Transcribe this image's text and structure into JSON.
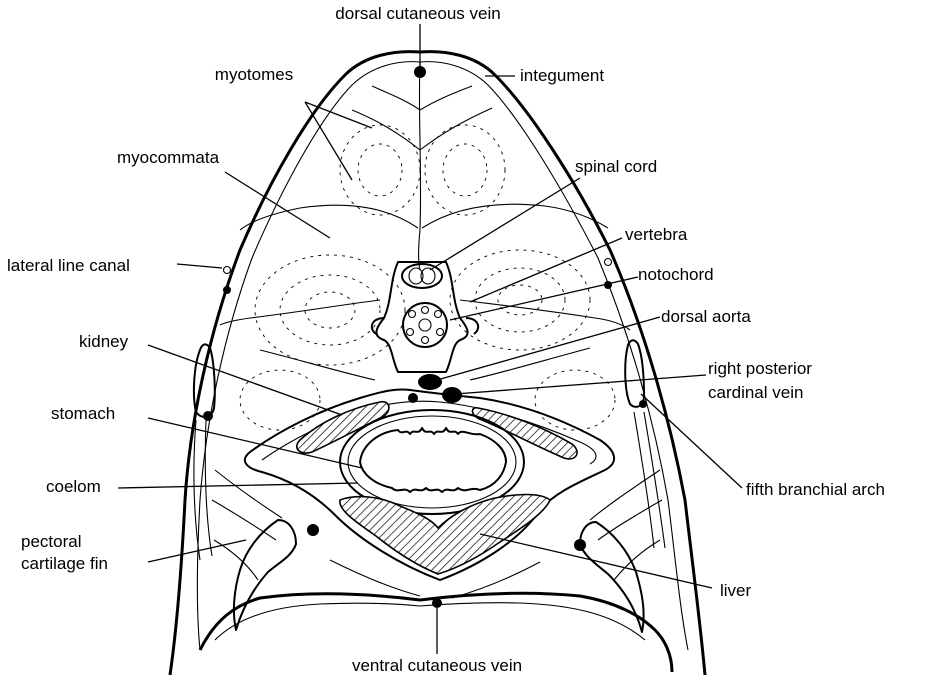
{
  "diagram": {
    "labels": {
      "dorsal_cutaneous_vein": "dorsal cutaneous vein",
      "myotomes": "myotomes",
      "integument": "integument",
      "myocommata": "myocommata",
      "spinal_cord": "spinal cord",
      "vertebra": "vertebra",
      "lateral_line_canal": "lateral line canal",
      "notochord": "notochord",
      "dorsal_aorta": "dorsal aorta",
      "kidney": "kidney",
      "right_posterior_line1": "right posterior",
      "right_posterior_line2": "cardinal vein",
      "stomach": "stomach",
      "coelom": "coelom",
      "fifth_branchial_arch": "fifth branchial arch",
      "pectoral_line1": "pectoral",
      "pectoral_line2": "cartilage fin",
      "liver": "liver",
      "ventral_cutaneous_vein": "ventral cutaneous vein"
    }
  }
}
